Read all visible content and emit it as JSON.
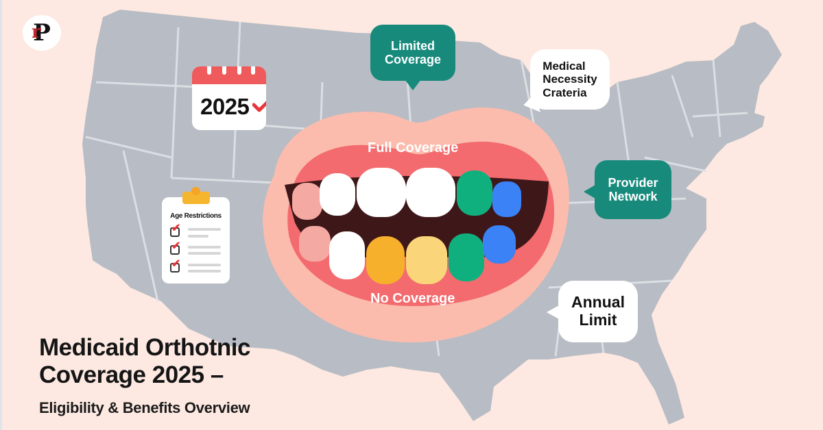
{
  "logo": {
    "letters": "P",
    "accent": "r",
    "colors": {
      "primary": "#111111",
      "accent": "#c4242b"
    }
  },
  "calendar": {
    "year": "2025",
    "icon": "calendar-check-icon",
    "colors": {
      "header": "#ef5a5c",
      "check": "#e8343a"
    }
  },
  "bubbles": {
    "limited_coverage": {
      "line1": "Limited",
      "line2": "Coverage",
      "style": "teal"
    },
    "medical_necessity": {
      "line1": "Medical",
      "line2": "Necessity",
      "line3": "Crateria",
      "style": "white"
    },
    "provider_network": {
      "line1": "Provider",
      "line2": "Network",
      "style": "teal"
    },
    "annual_limit": {
      "line1": "Annual",
      "line2": "Limit",
      "style": "white"
    }
  },
  "clipboard": {
    "title": "Age Restrictions",
    "items": 3,
    "icon": "clipboard-checklist-icon"
  },
  "mouth": {
    "top_label": "Full Coverage",
    "bottom_label": "No Coverage",
    "upper_teeth_colors": [
      "#f4a9a3",
      "#ffffff",
      "#ffffff",
      "#ffffff",
      "#10b07e",
      "#3b82f6"
    ],
    "lower_teeth_colors": [
      "#f4a9a3",
      "#ffffff",
      "#f7b02c",
      "#fad57a",
      "#10b07e",
      "#3b82f6"
    ]
  },
  "heading": {
    "line1": "Medicaid Orthotnic",
    "line2": "Coverage 2025 –",
    "subtitle": "Eligibility & Benefits Overview"
  },
  "colors": {
    "background": "#fde9e2",
    "map": "#b8bcc4",
    "map_borders": "#dfe3e8",
    "teal": "#178a7c",
    "lip_outer": "#fbbcad",
    "lip_inner": "#f36b6e",
    "mouth_dark": "#3e1719"
  }
}
